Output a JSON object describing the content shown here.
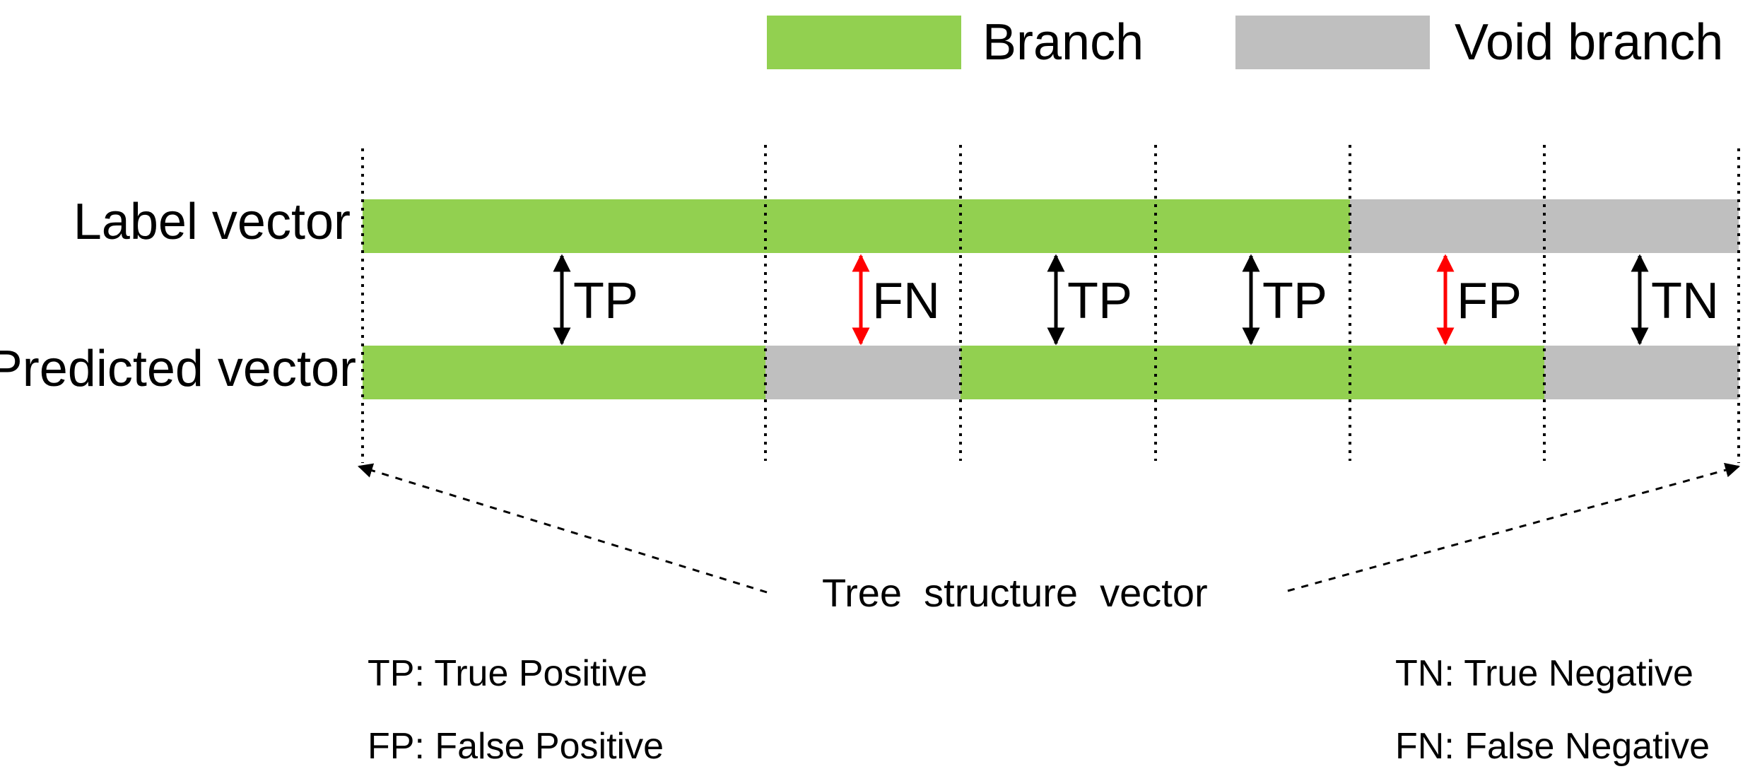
{
  "colors": {
    "branch": "#92d050",
    "void": "#bfbfbf",
    "positive_arrow": "#000000",
    "error_arrow": "#ff0000"
  },
  "legend": {
    "branch_label": "Branch",
    "void_label": "Void branch"
  },
  "rows": {
    "label_vector": "Label vector",
    "predicted_vector": "Predicted vector"
  },
  "segments": [
    {
      "label": "branch",
      "predicted": "branch",
      "result": "TP"
    },
    {
      "label": "branch",
      "predicted": "void",
      "result": "FN"
    },
    {
      "label": "branch",
      "predicted": "branch",
      "result": "TP"
    },
    {
      "label": "branch",
      "predicted": "branch",
      "result": "TP"
    },
    {
      "label": "void",
      "predicted": "branch",
      "result": "FP"
    },
    {
      "label": "void",
      "predicted": "void",
      "result": "TN"
    }
  ],
  "tree_structure_label": "Tree  structure  vector",
  "definitions": {
    "tp": "TP: True Positive",
    "fp": "FP: False Positive",
    "tn": "TN: True Negative",
    "fn": "FN: False Negative"
  }
}
